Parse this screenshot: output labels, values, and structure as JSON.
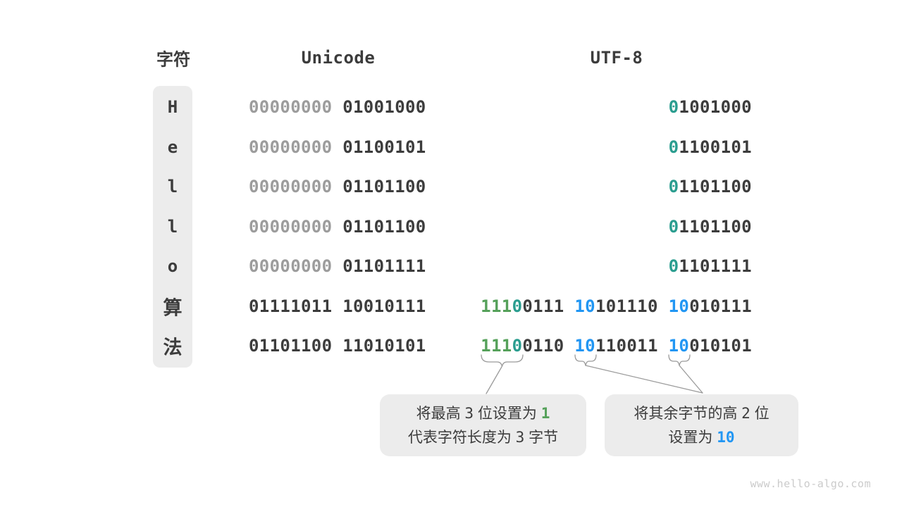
{
  "page": {
    "watermark": "www.hello-algo.com"
  },
  "header": {
    "char_label": "字符",
    "unicode_label": "Unicode",
    "utf8_label": "UTF-8"
  },
  "colors": {
    "dark": "#3c3c3c",
    "gray": "#9c9c9c",
    "teal": "#2a9d8f",
    "green": "#55a15a",
    "blue": "#2196f3",
    "box_bg": "#ececec",
    "line": "#9b9b9b",
    "watermark": "#cbcbcb"
  },
  "table": {
    "rows": [
      {
        "char": "H",
        "unicode": [
          {
            "t": "00000000 ",
            "c": "gray"
          },
          {
            "t": "01001000",
            "c": "dark"
          }
        ],
        "utf8": [
          {
            "t": "0",
            "c": "teal"
          },
          {
            "t": "1001000",
            "c": "dark"
          }
        ]
      },
      {
        "char": "e",
        "unicode": [
          {
            "t": "00000000 ",
            "c": "gray"
          },
          {
            "t": "01100101",
            "c": "dark"
          }
        ],
        "utf8": [
          {
            "t": "0",
            "c": "teal"
          },
          {
            "t": "1100101",
            "c": "dark"
          }
        ]
      },
      {
        "char": "l",
        "unicode": [
          {
            "t": "00000000 ",
            "c": "gray"
          },
          {
            "t": "01101100",
            "c": "dark"
          }
        ],
        "utf8": [
          {
            "t": "0",
            "c": "teal"
          },
          {
            "t": "1101100",
            "c": "dark"
          }
        ]
      },
      {
        "char": "l",
        "unicode": [
          {
            "t": "00000000 ",
            "c": "gray"
          },
          {
            "t": "01101100",
            "c": "dark"
          }
        ],
        "utf8": [
          {
            "t": "0",
            "c": "teal"
          },
          {
            "t": "1101100",
            "c": "dark"
          }
        ]
      },
      {
        "char": "o",
        "unicode": [
          {
            "t": "00000000 ",
            "c": "gray"
          },
          {
            "t": "01101111",
            "c": "dark"
          }
        ],
        "utf8": [
          {
            "t": "0",
            "c": "teal"
          },
          {
            "t": "1101111",
            "c": "dark"
          }
        ]
      },
      {
        "char": "算",
        "unicode": [
          {
            "t": "01111011 10010111",
            "c": "dark"
          }
        ],
        "utf8": [
          {
            "t": "111",
            "c": "green"
          },
          {
            "t": "0",
            "c": "teal"
          },
          {
            "t": "0111 ",
            "c": "dark"
          },
          {
            "t": "10",
            "c": "blue"
          },
          {
            "t": "101110 ",
            "c": "dark"
          },
          {
            "t": "10",
            "c": "blue"
          },
          {
            "t": "010111",
            "c": "dark"
          }
        ]
      },
      {
        "char": "法",
        "unicode": [
          {
            "t": "01101100 11010101",
            "c": "dark"
          }
        ],
        "utf8": [
          {
            "t": "111",
            "c": "green"
          },
          {
            "t": "0",
            "c": "teal"
          },
          {
            "t": "0110 ",
            "c": "dark"
          },
          {
            "t": "10",
            "c": "blue"
          },
          {
            "t": "110011 ",
            "c": "dark"
          },
          {
            "t": "10",
            "c": "blue"
          },
          {
            "t": "010101",
            "c": "dark"
          }
        ]
      }
    ]
  },
  "callouts": {
    "left": {
      "lines": [
        [
          {
            "t": "将最高 ",
            "c": "dark"
          },
          {
            "t": "3",
            "c": "num"
          },
          {
            "t": " 位设置为 ",
            "c": "dark"
          },
          {
            "t": "1",
            "c": "green-bold"
          }
        ],
        [
          {
            "t": "代表字符长度为 ",
            "c": "dark"
          },
          {
            "t": "3",
            "c": "num"
          },
          {
            "t": " 字节",
            "c": "dark"
          }
        ]
      ]
    },
    "right": {
      "lines": [
        [
          {
            "t": "将其余字节的高 ",
            "c": "dark"
          },
          {
            "t": "2",
            "c": "num"
          },
          {
            "t": " 位",
            "c": "dark"
          }
        ],
        [
          {
            "t": "设置为 ",
            "c": "dark"
          },
          {
            "t": "10",
            "c": "blue-bold"
          }
        ]
      ]
    }
  }
}
